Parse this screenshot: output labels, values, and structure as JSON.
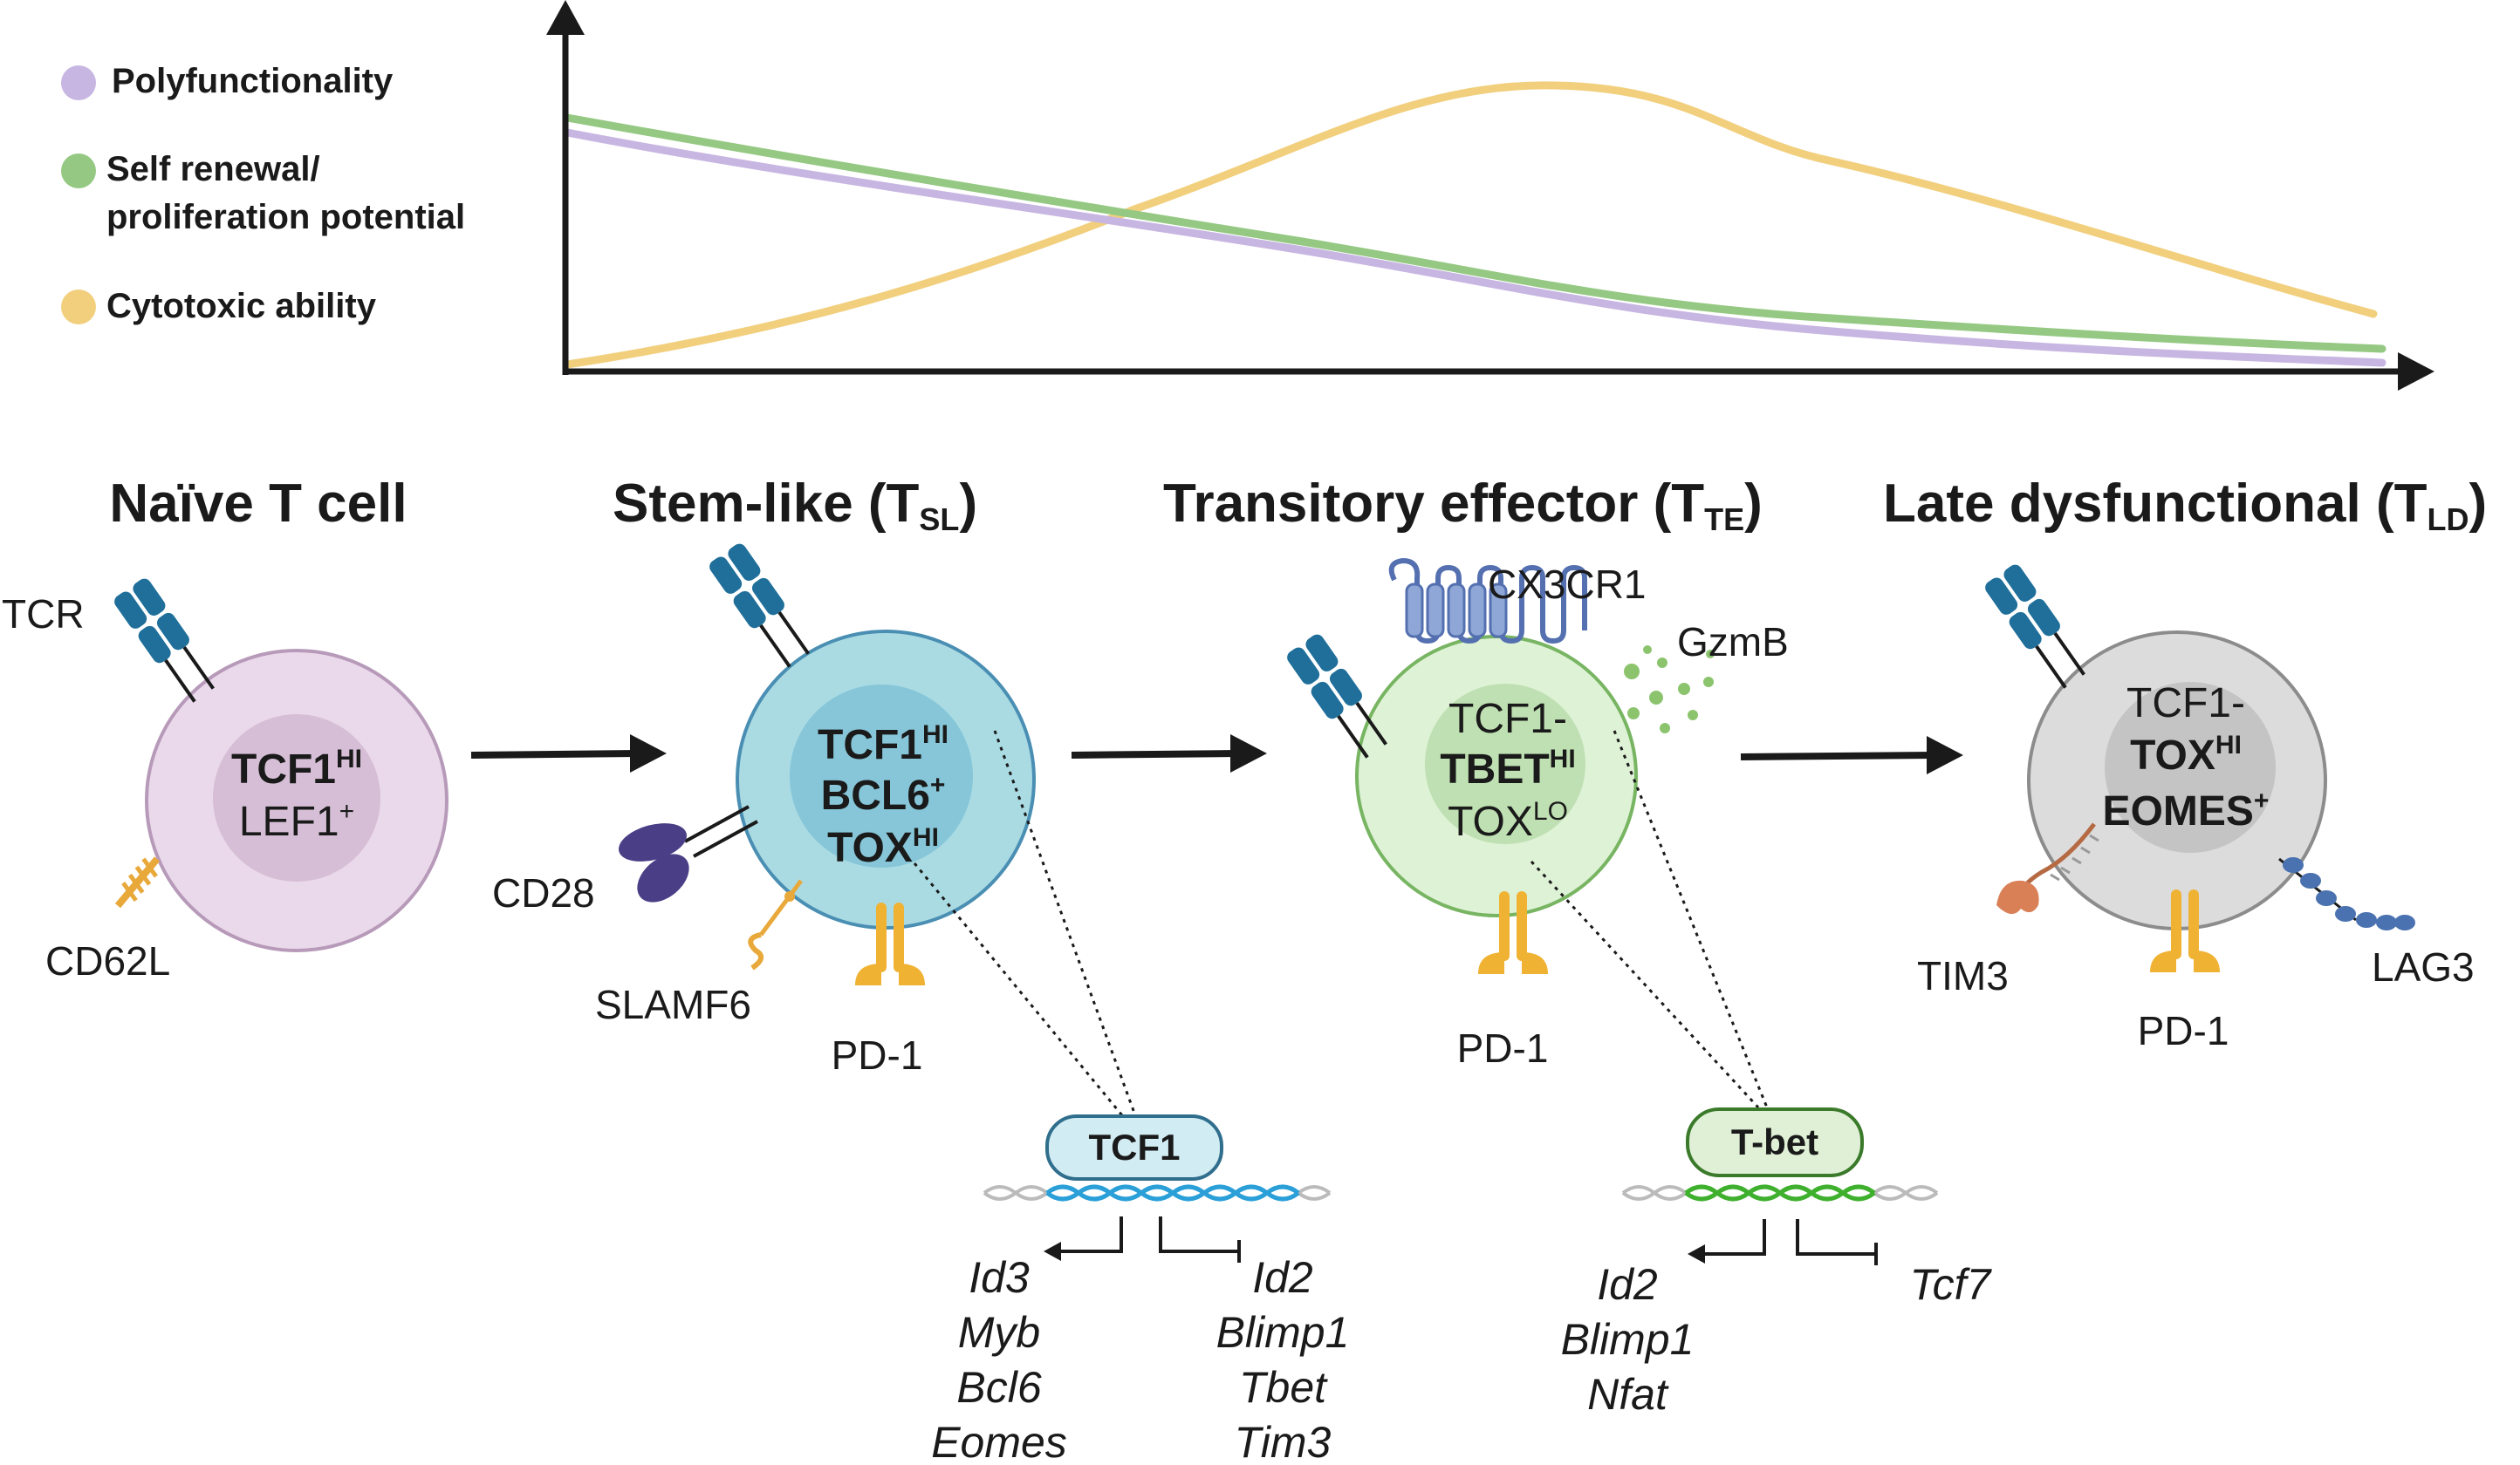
{
  "colors": {
    "polyfunctionality": "#c8b6e2",
    "self_renewal": "#95c983",
    "cytotoxic": "#f1cf7d",
    "naive_outer": "#ead9ea",
    "naive_nucleus": "#d6bfd6",
    "stem_outer": "#aadbe3",
    "stem_nucleus": "#86c6d8",
    "transitory_outer": "#def2d6",
    "transitory_nucleus": "#bfe0b2",
    "late_outer": "#dcdcdc",
    "late_nucleus": "#c4c4c4",
    "tcr": "#1f6f9a",
    "cd28": "#4a3f86",
    "pd1": "#f0b232",
    "tim3": "#d98057",
    "lag3": "#4a72b0"
  },
  "legend": {
    "polyfunctionality": "Polyfunctionality",
    "self_renewal_line1": "Self renewal/",
    "self_renewal_line2": "proliferation potential",
    "cytotoxic": "Cytotoxic ability"
  },
  "stages": {
    "naive": "Naïve T cell",
    "stem_like": "Stem-like (T",
    "stem_like_sub": "SL",
    "transitory": "Transitory effector (T",
    "transitory_sub": "TE",
    "late": "Late dysfunctional (T",
    "late_sub": "LD",
    "close_paren": ")"
  },
  "naive_cell": {
    "tcf1": "TCF1",
    "tcf1_sup": "HI",
    "lef1": "LEF1",
    "lef1_sup": "+",
    "tcr": "TCR",
    "cd62l": "CD62L"
  },
  "stem_cell": {
    "tcf1": "TCF1",
    "tcf1_sup": "HI",
    "bcl6": "BCL6",
    "bcl6_sup": "+",
    "tox": "TOX",
    "tox_sup": "HI",
    "cd28": "CD28",
    "slamf6": "SLAMF6",
    "pd1": "PD-1"
  },
  "transitory_cell": {
    "tcf1": "TCF1-",
    "tbet": "TBET",
    "tbet_sup": "HI",
    "tox": "TOX",
    "tox_sup": "LO",
    "cx3cr1": "CX3CR1",
    "gzmb": "GzmB",
    "pd1": "PD-1"
  },
  "late_cell": {
    "tcf1": "TCF1-",
    "tox": "TOX",
    "tox_sup": "HI",
    "eomes": "EOMES",
    "eomes_sup": "+",
    "tim3": "TIM3",
    "pd1": "PD-1",
    "lag3": "LAG3"
  },
  "tcf1_regulation": {
    "factor": "TCF1",
    "activated": [
      "Id3",
      "Myb",
      "Bcl6",
      "Eomes"
    ],
    "repressed": [
      "Id2",
      "Blimp1",
      "Tbet",
      "Tim3"
    ]
  },
  "tbet_regulation": {
    "factor": "T-bet",
    "activated": [
      "Id2",
      "Blimp1",
      "Nfat"
    ],
    "repressed": [
      "Tcf7"
    ]
  }
}
